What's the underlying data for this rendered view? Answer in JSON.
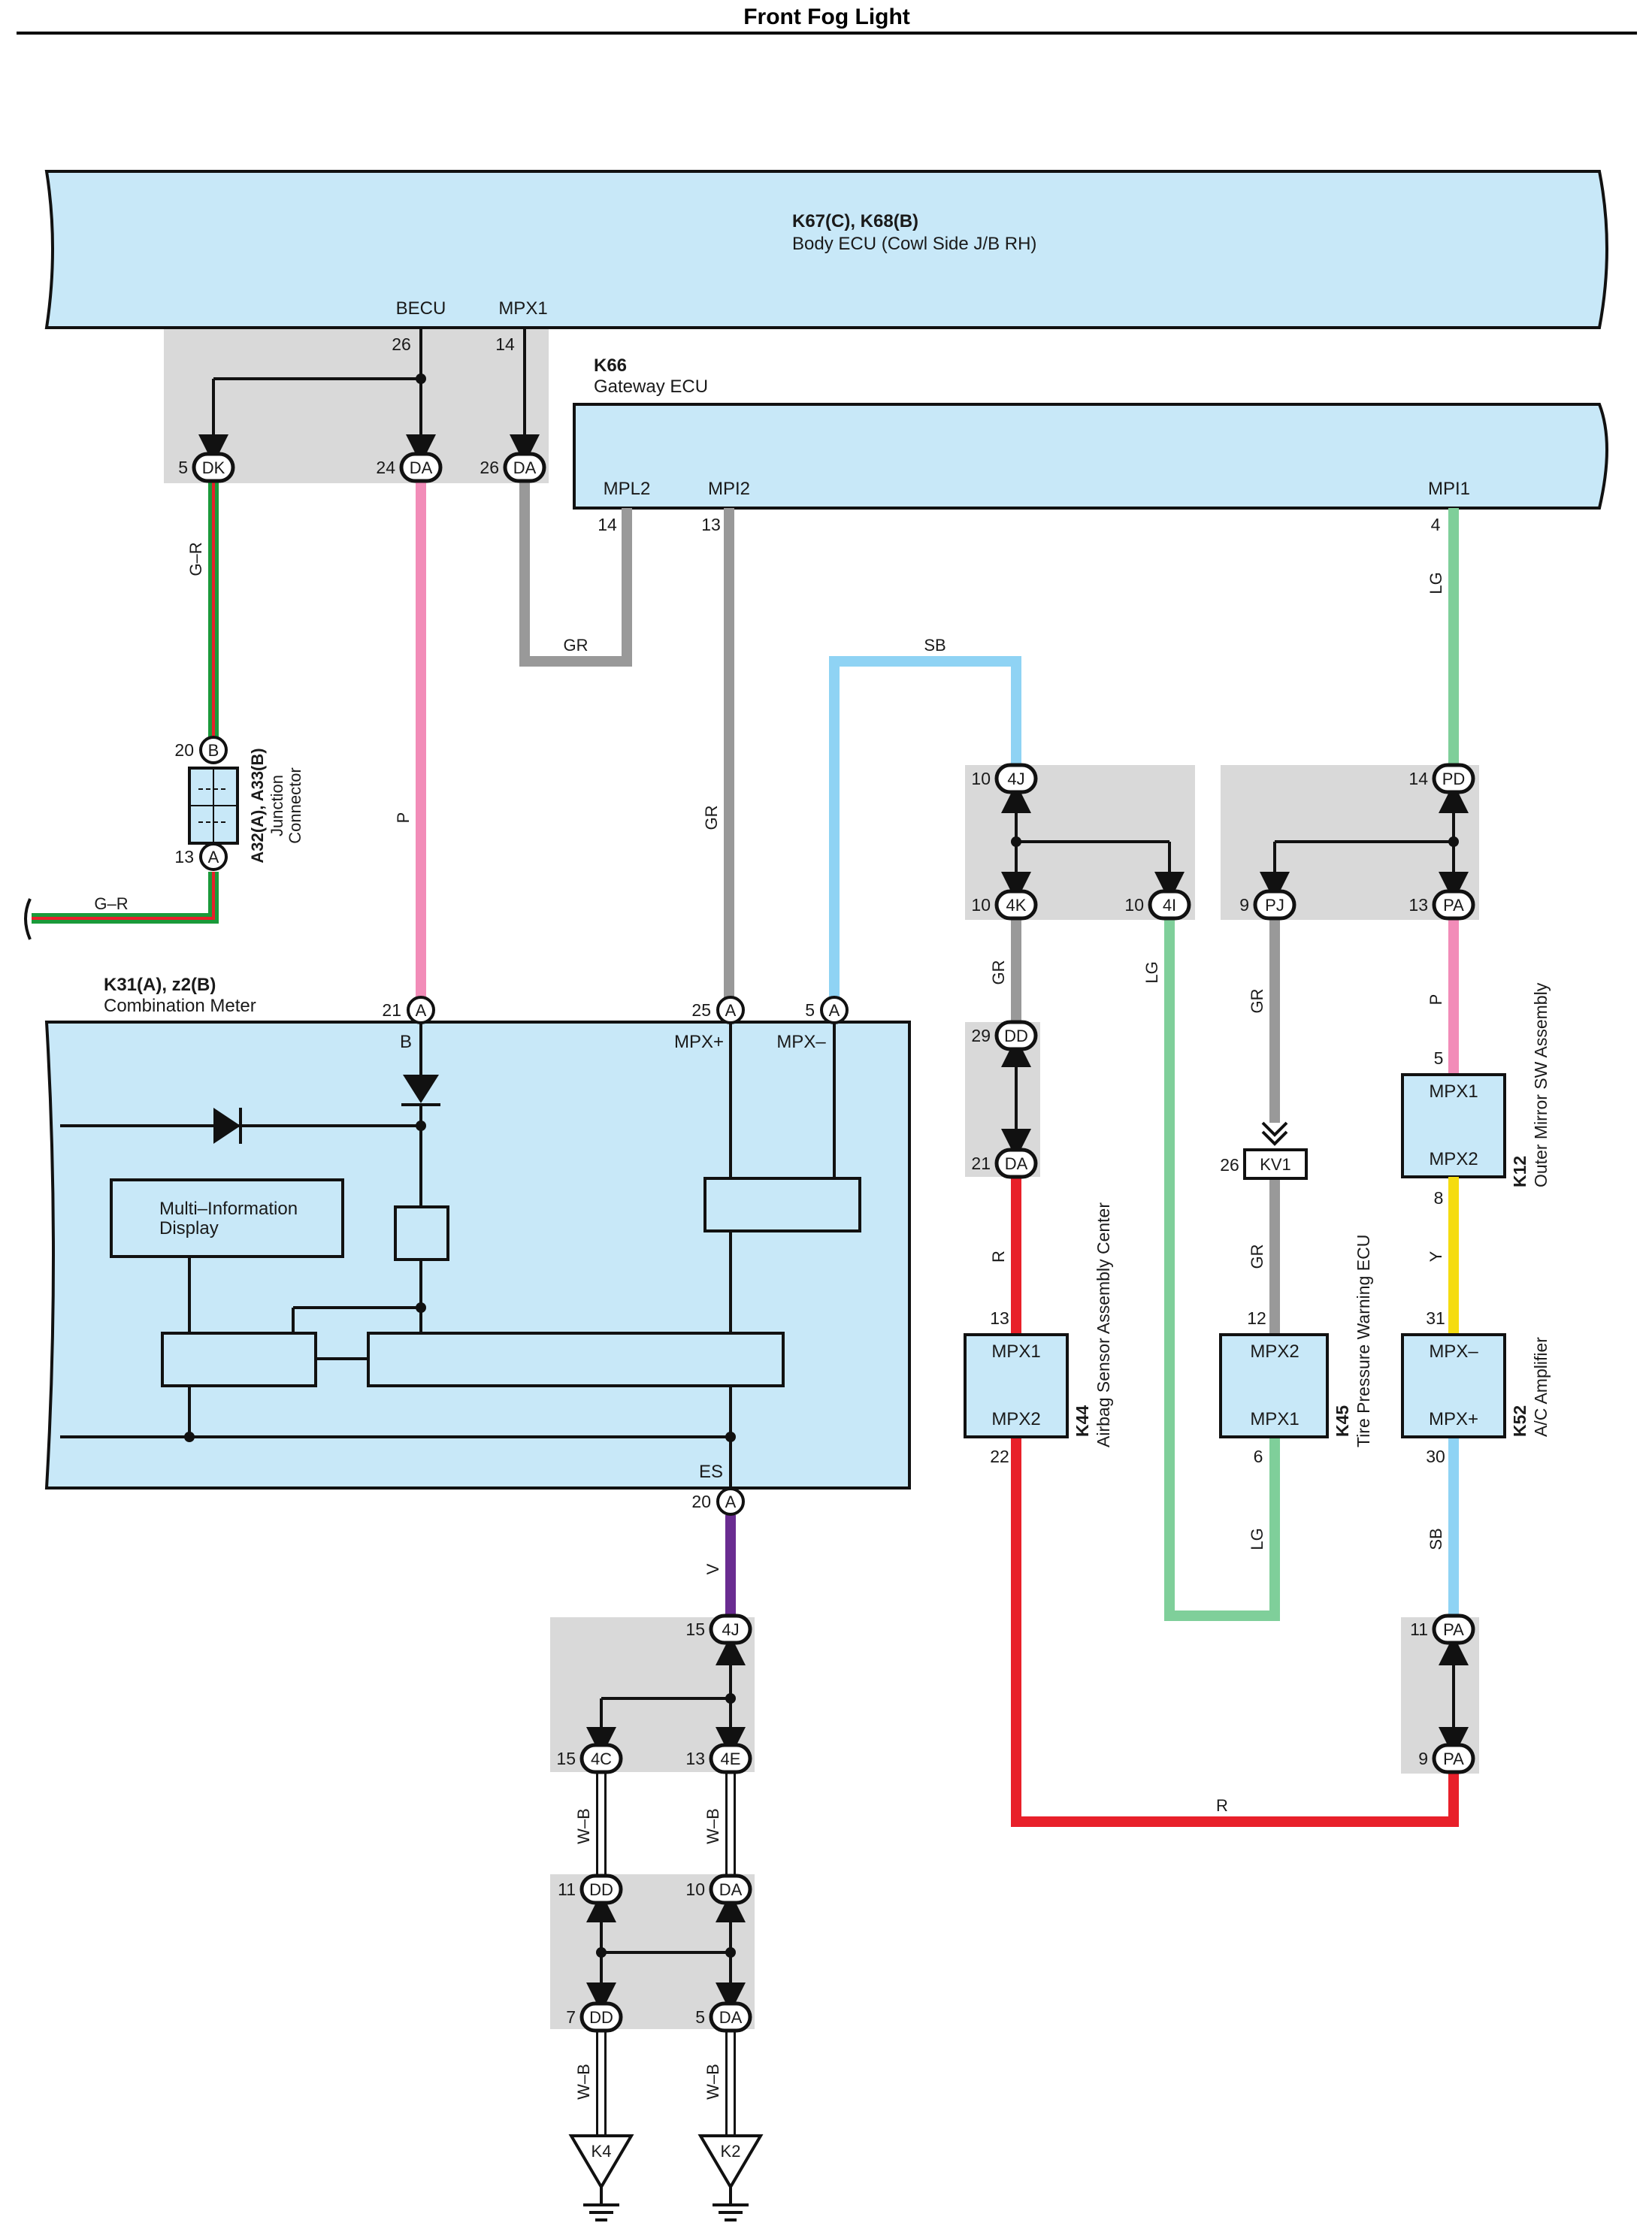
{
  "title": "Front Fog Light",
  "colors": {
    "ecu_fill": "#c8e8f8",
    "jb_fill": "#d9d9d9",
    "wire_pink": "#f28cb8",
    "wire_gray": "#999999",
    "wire_skyblue": "#8fd3f4",
    "wire_lightgreen": "#7fcf9a",
    "wire_red": "#e8202a",
    "wire_yellow": "#f5dc10",
    "wire_violet": "#6a2c91",
    "wire_green": "#1a9a3a"
  },
  "body_ecu": {
    "code": "K67(C), K68(B)",
    "name": "Body ECU (Cowl Side J/B RH)",
    "pins": {
      "becu": "BECU",
      "mpx1": "MPX1",
      "becu_no": "26",
      "mpx1_no": "14"
    }
  },
  "gateway_ecu": {
    "code": "K66",
    "name": "Gateway ECU",
    "pins": {
      "mpl2": "MPL2",
      "mpi2": "MPI2",
      "mpi1": "MPI1",
      "mpl2_no": "14",
      "mpi2_no": "13",
      "mpi1_no": "4"
    }
  },
  "junction_connector": {
    "code": "A32(A), A33(B)",
    "name1": "Junction",
    "name2": "Connector",
    "pin_top_no": "20",
    "pin_top": "B",
    "pin_bottom_no": "13",
    "pin_bottom": "A"
  },
  "combination_meter": {
    "code": "K31(A), z2(B)",
    "name": "Combination Meter",
    "mid_label": "Multi–Information",
    "mid_label2": "Display",
    "pins": {
      "b": "B",
      "mpxp": "MPX+",
      "mpxm": "MPX–",
      "es": "ES"
    },
    "pin21_no": "21",
    "pin21": "A",
    "pin25_no": "25",
    "pin25": "A",
    "pin5_no": "5",
    "pin5": "A",
    "pin20_no": "20",
    "pin20": "A"
  },
  "connectors": {
    "dk5": {
      "no": "5",
      "id": "DK"
    },
    "da24": {
      "no": "24",
      "id": "DA"
    },
    "da26": {
      "no": "26",
      "id": "DA"
    },
    "j4_10": {
      "no": "10",
      "id": "4J"
    },
    "k4_10": {
      "no": "10",
      "id": "4K"
    },
    "i4_10": {
      "no": "10",
      "id": "4I"
    },
    "pd14": {
      "no": "14",
      "id": "PD"
    },
    "pj9": {
      "no": "9",
      "id": "PJ"
    },
    "pa13": {
      "no": "13",
      "id": "PA"
    },
    "dd29": {
      "no": "29",
      "id": "DD"
    },
    "da21": {
      "no": "21",
      "id": "DA"
    },
    "kv1": {
      "no": "26",
      "id": "KV1"
    },
    "pa11": {
      "no": "11",
      "id": "PA"
    },
    "pa9": {
      "no": "9",
      "id": "PA"
    },
    "j4_15": {
      "no": "15",
      "id": "4J"
    },
    "c4_15": {
      "no": "15",
      "id": "4C"
    },
    "e4_13": {
      "no": "13",
      "id": "4E"
    },
    "dd11": {
      "no": "11",
      "id": "DD"
    },
    "da10": {
      "no": "10",
      "id": "DA"
    },
    "dd7": {
      "no": "7",
      "id": "DD"
    },
    "da5": {
      "no": "5",
      "id": "DA"
    }
  },
  "airbag": {
    "code": "K44",
    "name": "Airbag Sensor Assembly Center",
    "in_pin": "MPX1",
    "out_pin": "MPX2",
    "in_no": "13",
    "out_no": "22"
  },
  "tpms": {
    "code": "K45",
    "name": "Tire Pressure Warning ECU",
    "in_pin": "MPX2",
    "out_pin": "MPX1",
    "in_no": "12",
    "out_no": "6"
  },
  "ac_amp": {
    "code": "K52",
    "name": "A/C Amplifier",
    "in_pin": "MPX–",
    "out_pin": "MPX+",
    "in_no": "31",
    "out_no": "30"
  },
  "mirror_sw": {
    "code": "K12",
    "name": "Outer Mirror SW Assembly",
    "in_pin": "MPX1",
    "out_pin": "MPX2",
    "in_no": "5",
    "out_no": "8"
  },
  "grounds": {
    "k4": "K4",
    "k2": "K2"
  },
  "wires": {
    "g_r": "G–R",
    "g_r2": "G–R",
    "p": "P",
    "gr_h": "GR",
    "gr_v": "GR",
    "sb_top": "SB",
    "lg_top": "LG",
    "gr_4k": "GR",
    "lg_4i": "LG",
    "gr_pj": "GR",
    "p_pa": "P",
    "r_da": "R",
    "gr_kv": "GR",
    "y": "Y",
    "sb_ac": "SB",
    "lg_k45": "LG",
    "r_bottom": "R",
    "v": "V",
    "wb1": "W–B",
    "wb2": "W–B",
    "wb3": "W–B",
    "wb4": "W–B"
  }
}
